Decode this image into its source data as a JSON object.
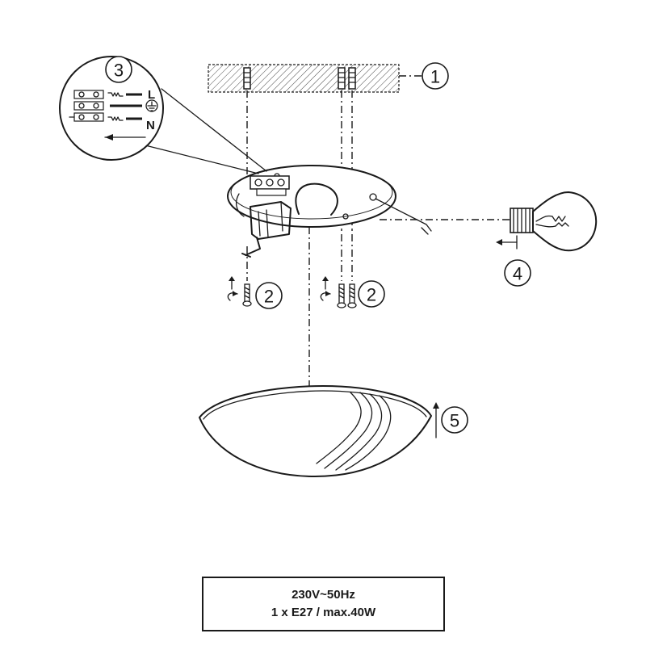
{
  "steps": {
    "ceiling": "1",
    "screws_left": "2",
    "screws_right": "2",
    "wiring": "3",
    "bulb": "4",
    "shade": "5"
  },
  "wiring_labels": {
    "live": "L",
    "neutral": "N"
  },
  "spec": {
    "voltage": "230V~50Hz",
    "lamp": "1 x E27 / max.40W"
  },
  "icons": [
    "ceiling-hatch",
    "screw",
    "rotate-arrow",
    "up-arrow",
    "ground-symbol",
    "light-bulb",
    "terminal-block"
  ]
}
